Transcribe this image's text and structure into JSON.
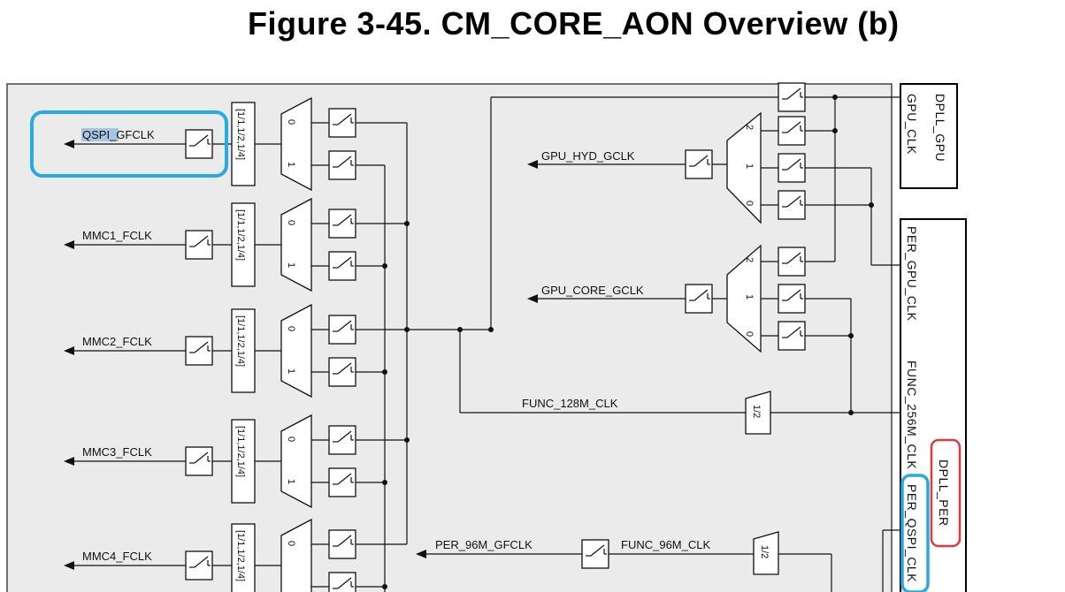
{
  "title": "Figure 3-45. CM_CORE_AON Overview (b)",
  "colors": {
    "diagram_bg": "#ebebeb",
    "highlight_blue": "#29a9e1",
    "highlight_red": "#e03a3c",
    "text_selection": "#a8c5e4"
  },
  "outputs": [
    {
      "label_highlighted": "QSPI_",
      "label_rest": "GFCLK"
    },
    {
      "label": "MMC1_FCLK"
    },
    {
      "label": "MMC2_FCLK"
    },
    {
      "label": "MMC3_FCLK"
    },
    {
      "label": "MMC4_FCLK"
    }
  ],
  "divider_label": "[1/1,1/2,1/4]",
  "half_divider_label": "1/2",
  "mux_inputs": {
    "zero": "0",
    "one": "1",
    "two": "2"
  },
  "signals": {
    "gpu_hyd_gclk": "GPU_HYD_GCLK",
    "gpu_core_gclk": "GPU_CORE_GCLK",
    "func_128m_clk": "FUNC_128M_CLK",
    "per_96m_gfclk": "PER_96M_GFCLK",
    "func_96m_clk": "FUNC_96M_CLK"
  },
  "dpll_gpu_box": {
    "name": "DPLL_GPU",
    "output": "GPU_CLK"
  },
  "dpll_per_box": {
    "name": "DPLL_PER",
    "outputs": [
      "PER_GPU_CLK",
      "FUNC_256M_CLK",
      "PER_QSPI_CLK"
    ]
  }
}
